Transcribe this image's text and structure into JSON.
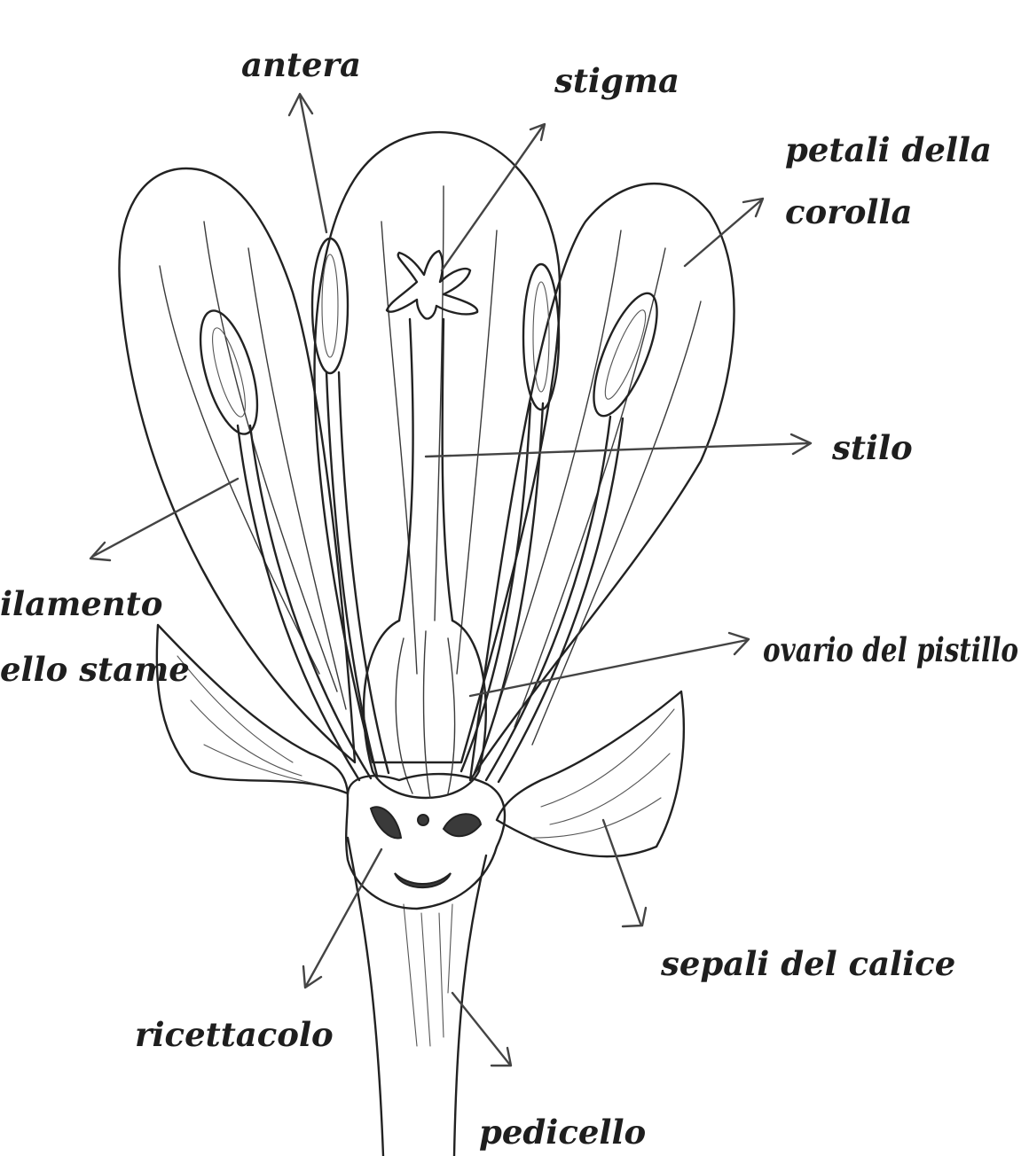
{
  "diagram": {
    "labels": {
      "antera": "antera",
      "stigma": "stigma",
      "petali_line1": "petali della",
      "petali_line2": "corolla",
      "stilo": "stilo",
      "filamento_line1": "ilamento",
      "filamento_line2": "ello stame",
      "ovario": "ovario del pistillo",
      "sepali": "sepali del calice",
      "ricettacolo": "ricettacolo",
      "pedicello": "pedicello"
    }
  }
}
